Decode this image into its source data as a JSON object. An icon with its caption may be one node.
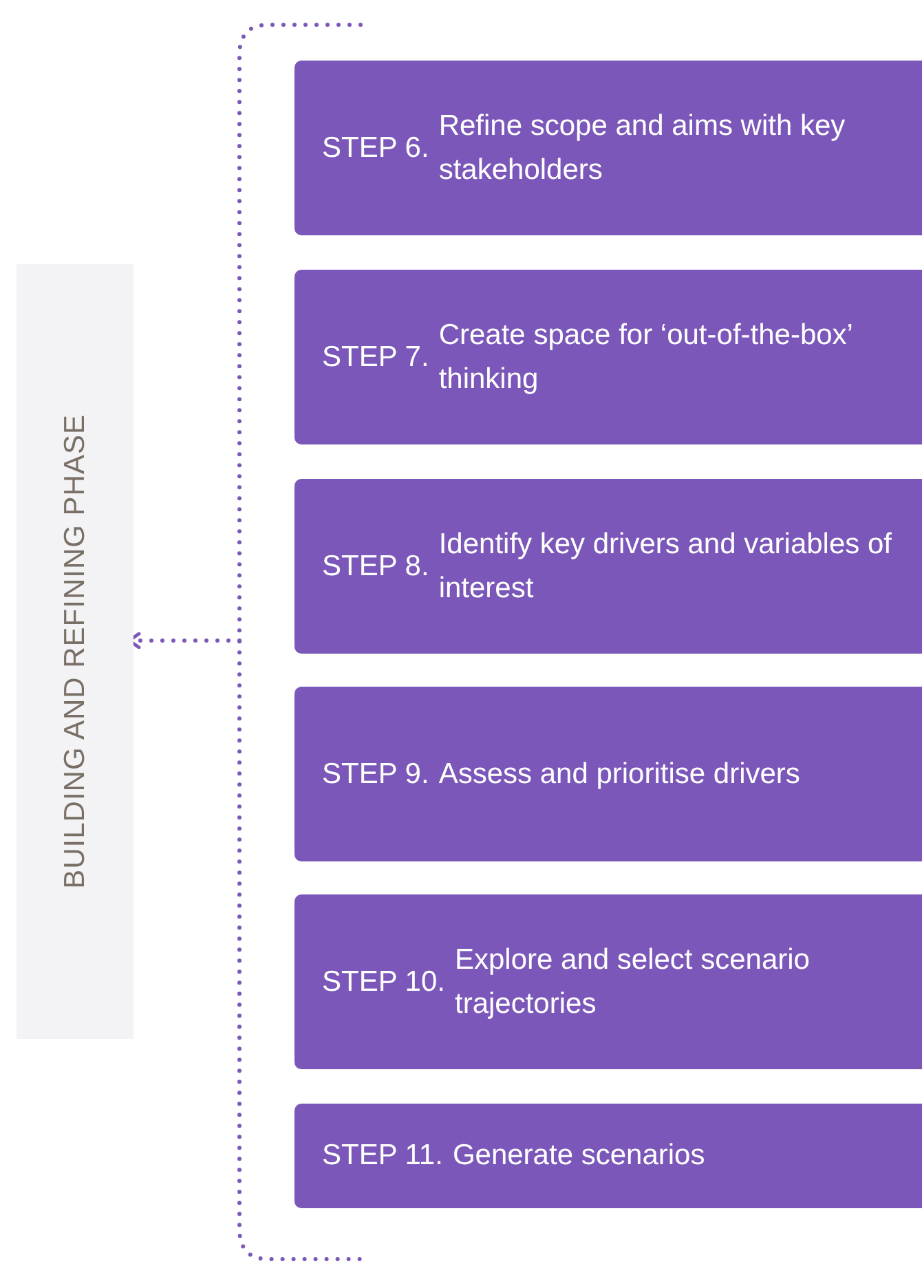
{
  "diagram": {
    "nodes": [
      {
        "text": [
          "BUILDING AND REFINING PHASE"
        ]
      },
      {
        "text": [
          "STEP 6.",
          "Refine scope and aims with key stakeholders"
        ]
      },
      {
        "text": [
          "STEP 7.",
          "Create space for ‘out-of-the-box’ thinking"
        ]
      },
      {
        "text": [
          "STEP 8.",
          "Identify key drivers and variables of interest"
        ]
      },
      {
        "text": [
          "STEP 9.",
          "Assess and prioritise drivers"
        ]
      },
      {
        "text": [
          "STEP 10.",
          "Explore and select scenario trajectories"
        ]
      },
      {
        "text": [
          "STEP 11.",
          "Generate scenarios"
        ]
      },
      {
        "text": [],
        "shape": "bracket"
      }
    ],
    "edges": [
      {
        "from": 7,
        "to": 0,
        "arrow": "to",
        "style": "dashed"
      }
    ]
  }
}
